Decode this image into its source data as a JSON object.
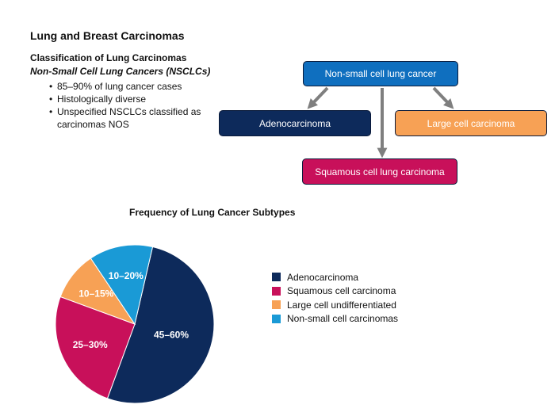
{
  "title": "Lung and Breast Carcinomas",
  "section": {
    "heading": "Classification of Lung Carcinomas",
    "subheading": "Non-Small Cell Lung Cancers (NSCLCs)",
    "bullets": [
      "85–90% of lung cancer cases",
      "Histologically diverse",
      "Unspecified NSCLCs classified as carcinomas NOS"
    ]
  },
  "diagram": {
    "root": {
      "label": "Non-small cell lung cancer",
      "color": "#0f6fbf"
    },
    "children": [
      {
        "label": "Adenocarcinoma",
        "color": "#0d2a5b"
      },
      {
        "label": "Large cell carcinoma",
        "color": "#f7a155"
      },
      {
        "label": "Squamous cell lung carcinoma",
        "color": "#c8105a"
      }
    ],
    "arrow_color": "#7f7f7f"
  },
  "chart_data": {
    "type": "pie",
    "title": "Frequency of Lung Cancer Subtypes",
    "slices": [
      {
        "name": "Adenocarcinoma",
        "label": "45–60%",
        "value": 52,
        "color": "#0d2a5b"
      },
      {
        "name": "Squamous cell carcinoma",
        "label": "25–30%",
        "value": 25,
        "color": "#c8105a"
      },
      {
        "name": "Large cell undifferentiated",
        "label": "10–15%",
        "value": 10,
        "color": "#f7a155"
      },
      {
        "name": "Non-small cell carcinomas",
        "label": "10–20%",
        "value": 13,
        "color": "#1a9ad6"
      }
    ],
    "legend_position": "right"
  }
}
